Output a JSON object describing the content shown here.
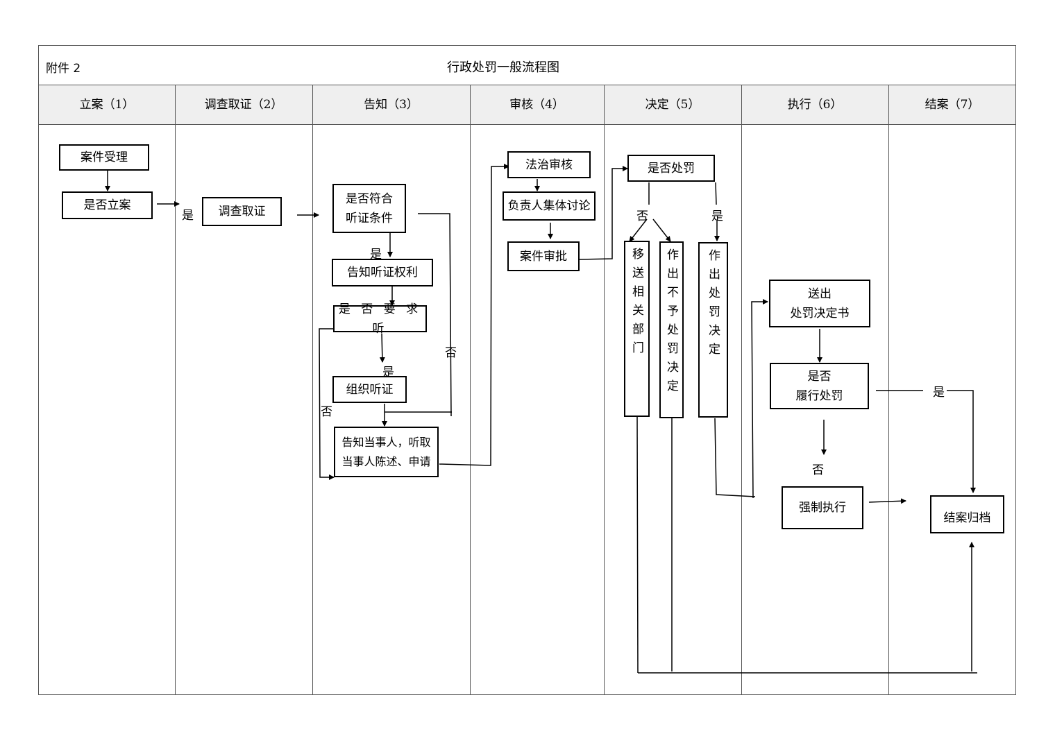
{
  "attachment": "附件 2",
  "title": "行政处罚一般流程图",
  "columns": [
    "立案（1）",
    "调查取证（2）",
    "告知（3）",
    "审核（4）",
    "决定（5）",
    "执行（6）",
    "结案（7）"
  ],
  "nodes": {
    "accept": "案件受理",
    "file_case": "是否立案",
    "investigate": "调查取证",
    "hearing_cond_1": "是否符合",
    "hearing_cond_2": "听证条件",
    "notify_rights": "告知听证权利",
    "request_hearing": "是 否 要 求 听",
    "organize_hearing": "组织听证",
    "notify_party_1": "告知当事人，听取",
    "notify_party_2": "当事人陈述、申请",
    "legal_review": "法治审核",
    "collective": "负责人集体讨论",
    "approval": "案件审批",
    "whether_punish": "是否处罚",
    "transfer": "移送相关部门",
    "no_punish": "作出不予处罚决定",
    "punish": "作出处罚决定",
    "deliver_1": "送出",
    "deliver_2": "处罚决定书",
    "fulfill_1": "是否",
    "fulfill_2": "履行处罚",
    "enforce": "强制执行",
    "archive": "结案归档"
  },
  "labels": {
    "yes": "是",
    "no": "否"
  }
}
